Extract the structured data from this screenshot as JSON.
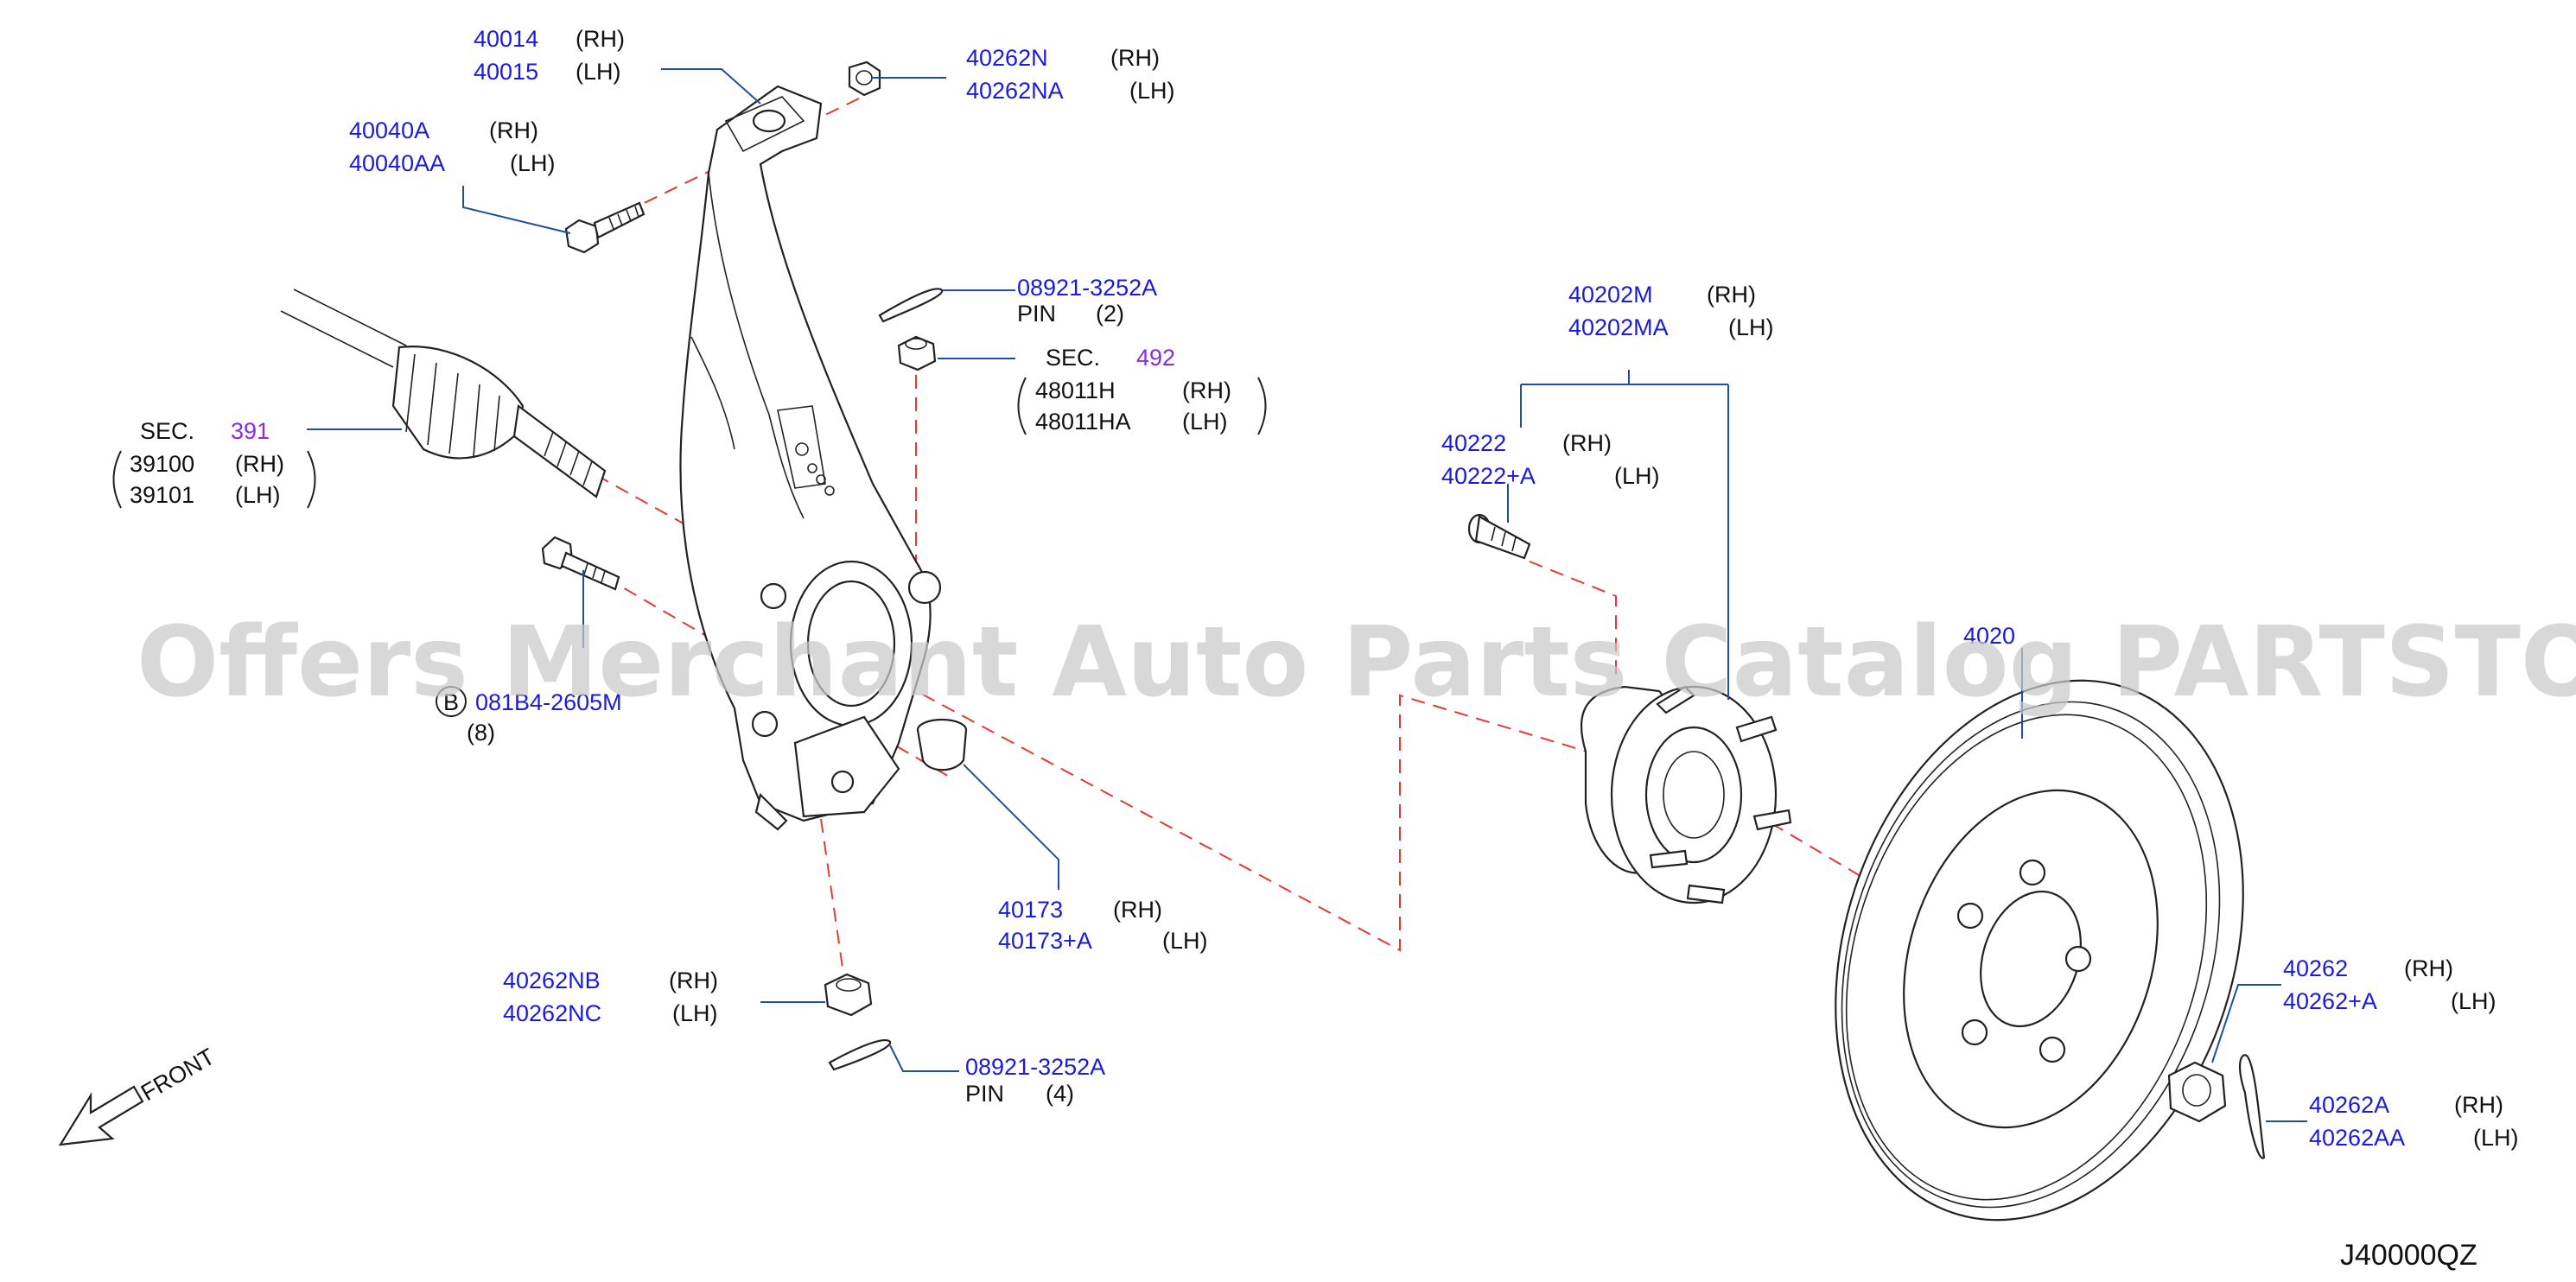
{
  "watermark": "Offers Merchant Auto Parts Catalog PARTSTORE.SA",
  "drawing_code": "J40000QZ",
  "front_label": "FRONT",
  "parts": {
    "knuckle": {
      "rh": "40014",
      "lh": "40015",
      "rh_tag": "(RH)",
      "lh_tag": "(LH)"
    },
    "knuckle_top_nut": {
      "rh": "40262N",
      "lh": "40262NA",
      "rh_tag": "(RH)",
      "lh_tag": "(LH)"
    },
    "knuckle_bolt": {
      "rh": "40040A",
      "lh": "40040AA",
      "rh_tag": "(RH)",
      "lh_tag": "(LH)"
    },
    "cotter_pin_top": {
      "number": "08921-3252A",
      "name": "PIN",
      "qty": "(2)"
    },
    "tie_rod_nut": {
      "sec": "SEC.",
      "sec_num": "492",
      "rh": "48011H",
      "lh": "48011HA",
      "rh_tag": "(RH)",
      "lh_tag": "(LH)"
    },
    "drive_shaft": {
      "sec": "SEC.",
      "sec_num": "391",
      "rh": "39100",
      "lh": "39101",
      "rh_tag": "(RH)",
      "lh_tag": "(LH)"
    },
    "hub_bolt": {
      "badge": "B",
      "number": "081B4-2605M",
      "qty": "(8)"
    },
    "hub_assembly": {
      "rh": "40202M",
      "lh": "40202MA",
      "rh_tag": "(RH)",
      "lh_tag": "(LH)"
    },
    "wheel_stud": {
      "rh": "40222",
      "lh": "40222+A",
      "rh_tag": "(RH)",
      "lh_tag": "(LH)"
    },
    "rotor_partial": "4020",
    "bushing": {
      "rh": "40173",
      "lh": "40173+A",
      "rh_tag": "(RH)",
      "lh_tag": "(LH)"
    },
    "lower_nut": {
      "rh": "40262NB",
      "lh": "40262NC",
      "rh_tag": "(RH)",
      "lh_tag": "(LH)"
    },
    "cotter_pin_bottom": {
      "number": "08921-3252A",
      "name": "PIN",
      "qty": "(4)"
    },
    "axle_nut": {
      "rh": "40262",
      "lh": "40262+A",
      "rh_tag": "(RH)",
      "lh_tag": "(LH)"
    },
    "axle_nut_cap": {
      "rh": "40262A",
      "lh": "40262AA",
      "rh_tag": "(RH)",
      "lh_tag": "(LH)"
    }
  },
  "colors": {
    "part_number": "#1a1adf",
    "section_number": "#8a2be2",
    "leader": "#1f4fa3",
    "center_line": "#e53935",
    "watermark": "#c9c9c9"
  }
}
